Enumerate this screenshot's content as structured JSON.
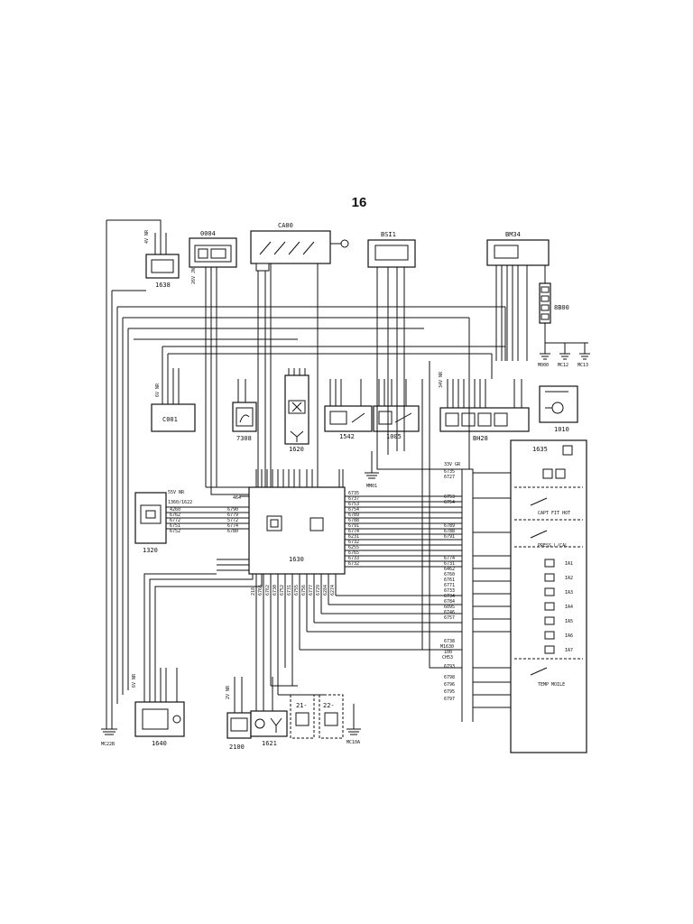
{
  "page_number": "16",
  "components": {
    "c1638": "1638",
    "c0004": "0004",
    "ca00": "CA00",
    "bsi1": "BSI1",
    "bm34": "BM34",
    "c8b00": "8B00",
    "c001": "C001",
    "c7308": "7308",
    "c1620": "1620",
    "c1542": "1542",
    "c1005": "1005",
    "bh28": "BH28",
    "c1010": "1010",
    "c1635": "1635",
    "c1320": "1320",
    "c1630": "1630",
    "c1640": "1640",
    "c2100": "2100",
    "c1621": "1621",
    "c21": "21-",
    "c22": "22-"
  },
  "grounds": {
    "m000": "M000",
    "mc12": "MC12",
    "mc13": "MC13",
    "mm01": "MM01",
    "mc22b": "MC22B",
    "mc10a": "MC10A"
  },
  "connectors": {
    "c55v": "55V NR",
    "c33v": "33V GR",
    "c1360": "1360/1622",
    "c464": "464",
    "c6v": "6V NR",
    "c34v": "34V NR",
    "c2v": "2V NR"
  },
  "wires_left_1320": [
    "4260",
    "6762",
    "6772",
    "6751",
    "6752"
  ],
  "wires_mid_1630": [
    "6790",
    "6779",
    "5772",
    "6774",
    "6780"
  ],
  "wires_right_1630": [
    "6735",
    "6737",
    "6753",
    "6754",
    "6789",
    "6788",
    "6791",
    "6774",
    "6231",
    "6732",
    "6255",
    "6765",
    "6733",
    "6732"
  ],
  "wires_right_block": [
    "6735",
    "6727",
    "6753",
    "6754",
    "6789",
    "6788",
    "6791",
    "6774",
    "6731",
    "6462",
    "6760",
    "6761",
    "6771",
    "6733",
    "6734",
    "6784",
    "6095",
    "6746",
    "6757",
    "6738",
    "M1630",
    "100",
    "CH53",
    "6793",
    "6798",
    "6796",
    "6795",
    "6797"
  ],
  "wires_bottom": [
    "218",
    "6766",
    "6762",
    "6730",
    "6752",
    "6731",
    "6755",
    "6756",
    "6777",
    "6729",
    "6284",
    "6274"
  ],
  "relay_labels": [
    "CAPT FIT HOT",
    "PRESS L/CAL",
    "TEMP MOILE"
  ],
  "pin_labels_1635": [
    "IA1",
    "IA2",
    "IA3",
    "IA4",
    "IA5",
    "IA6",
    "IA7"
  ]
}
